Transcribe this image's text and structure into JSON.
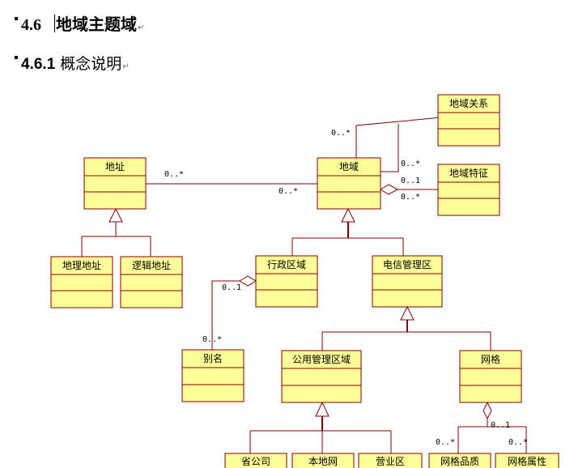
{
  "headings": {
    "h1": {
      "number": "4.6",
      "title": "地域主题域",
      "mark": "↵"
    },
    "h2": {
      "number": "4.6.1",
      "title": "概念说明",
      "mark": "↵"
    }
  },
  "diagram": {
    "classes": {
      "address": "地址",
      "region": "地域",
      "region_relation": "地域关系",
      "region_feature": "地域特征",
      "geo_address": "地理地址",
      "logic_address": "逻辑地址",
      "admin_area": "行政区域",
      "telecom_area": "电信管理区",
      "alias": "别名",
      "public_area": "公用管理区域",
      "grid": "网格",
      "province_company": "省公司",
      "local_network": "本地网",
      "business_area": "营业区",
      "grid_quality": "网格品质",
      "grid_attribute": "网格属性"
    },
    "multiplicities": {
      "address_region_a": "0..*",
      "address_region_b": "0..*",
      "relation_top": "0..*",
      "relation_bottom": "0..*",
      "feature_one": "0..1",
      "feature_many": "0..*",
      "alias_one": "0..1",
      "alias_many": "0..*",
      "grid_one": "0..1",
      "grid_quality_many": "0..*",
      "grid_attr_many": "0..*"
    },
    "colors": {
      "class_fill": "#ffff99",
      "class_border": "#800000",
      "line": "#800000"
    }
  }
}
